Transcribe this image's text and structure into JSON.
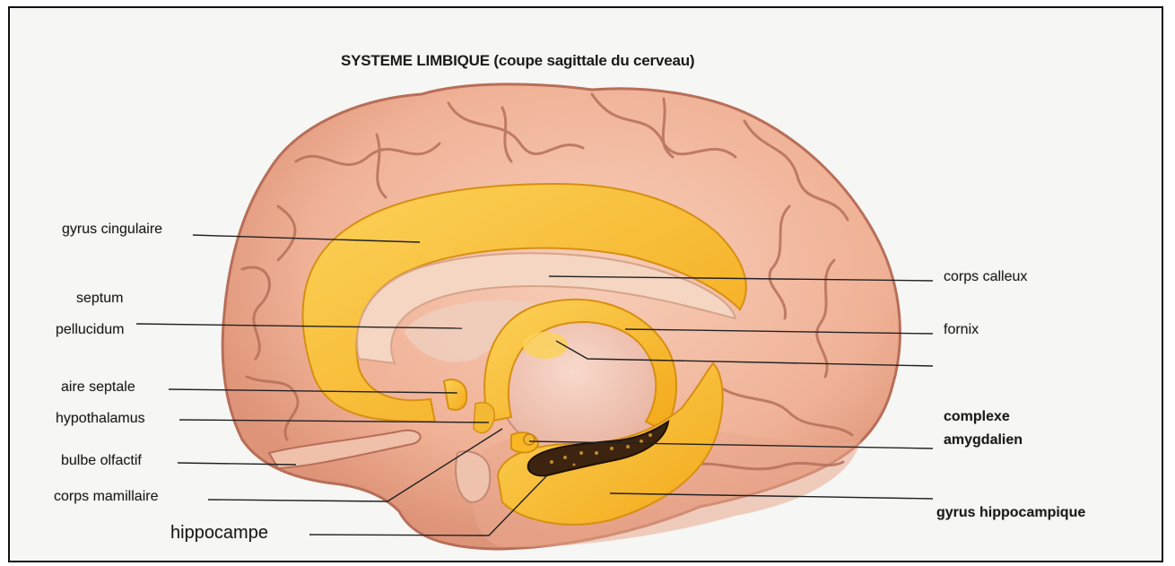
{
  "title": "SYSTEME LIMBIQUE (coupe sagittale du cerveau)",
  "labels": {
    "gyrus_cingulaire": "gyrus cingulaire",
    "septum": "septum",
    "pellucidum": "pellucidum",
    "aire_septale": "aire septale",
    "hypothalamus": "hypothalamus",
    "bulbe_olfactif": "bulbe olfactif",
    "corps_mamillaire": "corps mamillaire",
    "hippocampe": "hippocampe",
    "corps_calleux": "corps calleux",
    "fornix": "fornix",
    "complexe": "complexe",
    "amygdalien": "amygdalien",
    "gyrus_hippocampique": "gyrus hippocampique"
  },
  "colors": {
    "brain_skin": "#f0b89e",
    "brain_dark": "#c97d68",
    "limbic_yellow": "#f7b824",
    "limbic_light": "#fbd35a",
    "thalamus": "#f2c7b8",
    "line": "#222222"
  }
}
